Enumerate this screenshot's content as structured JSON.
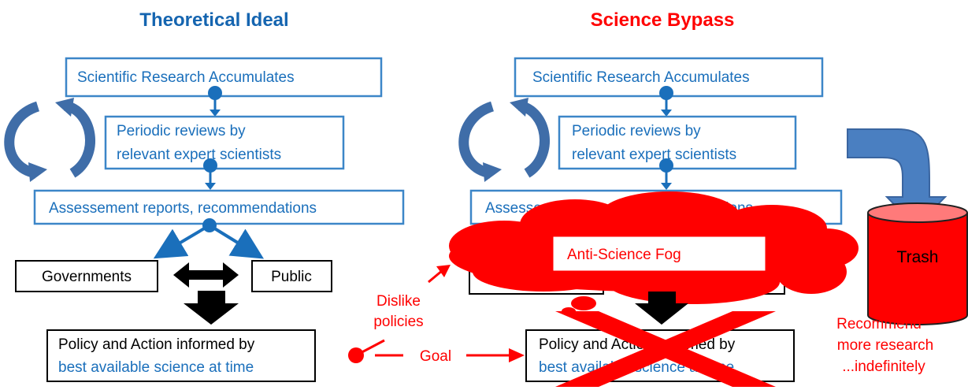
{
  "left_panel": {
    "title": "Theoretical Ideal",
    "research": "Scientific Research Accumulates",
    "reviews_line1": "Periodic reviews by",
    "reviews_line2": "relevant expert scientists",
    "reports": "Assessement reports, recommendations",
    "governments": "Governments",
    "public": "Public",
    "policy_line1": "Policy and Action informed by",
    "policy_line2": "best available science at time"
  },
  "right_panel": {
    "title": "Science Bypass",
    "research": "Scientific Research Accumulates",
    "reviews_line1": "Periodic reviews by",
    "reviews_line2": "relevant expert scientists",
    "reports": "Assessement reports, recommendations",
    "fog": "Anti-Science Fog",
    "trash": "Trash",
    "policy_line1": "Policy and Action informed by",
    "policy_line2": "best available science at time"
  },
  "annotations": {
    "dislike_line1": "Dislike",
    "dislike_line2": "policies",
    "goal": "Goal",
    "recommend_line1": "Recommend",
    "recommend_line2": "more research",
    "recommend_line3": "...indefinitely"
  },
  "colors": {
    "blue_text": "#1a6fbb",
    "title_blue": "#1565b0",
    "red": "#ff0000",
    "arrow_blue": "#3f6da8",
    "box_border": "#3c86c8"
  }
}
